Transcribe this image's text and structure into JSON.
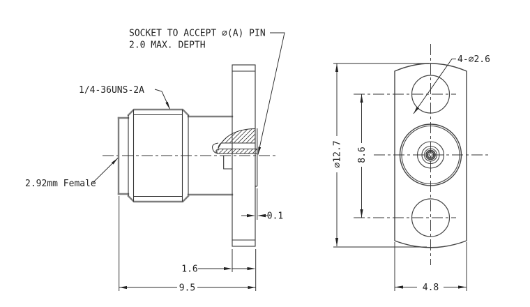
{
  "drawing": {
    "annotations": {
      "socket_note_line1": "SOCKET TO ACCEPT ∅(A) PIN",
      "socket_note_line2": "2.0 MAX. DEPTH",
      "thread_spec": "1/4-36UNS-2A",
      "connector_type": "2.92mm Female",
      "mounting_holes": "4-∅2.6"
    },
    "dimensions": {
      "overall_length": "9.5",
      "flange_thickness": "1.6",
      "boss_protrusion": "0.1",
      "flange_diameter": "∅12.7",
      "hole_spacing": "8.6",
      "flange_width": "4.8"
    }
  }
}
